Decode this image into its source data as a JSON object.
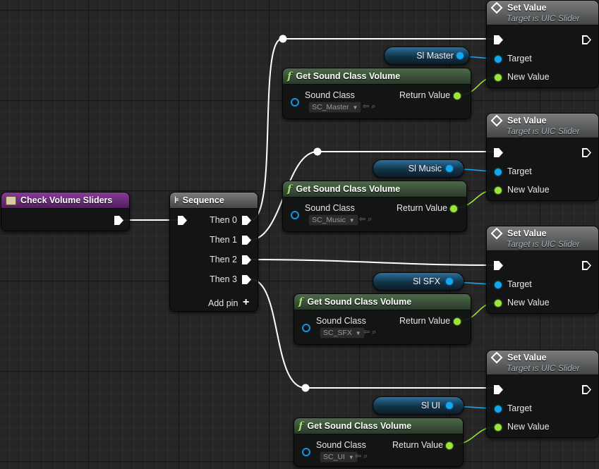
{
  "event_node": {
    "title": "Check Volume Sliders"
  },
  "sequence_node": {
    "title": "Sequence",
    "pins": [
      "Then 0",
      "Then 1",
      "Then 2",
      "Then 3"
    ],
    "add_pin": "Add pin"
  },
  "set_value_nodes": [
    {
      "title": "Set Value",
      "subtitle": "Target is UIC Slider",
      "target": "Target",
      "new_value": "New Value"
    },
    {
      "title": "Set Value",
      "subtitle": "Target is UIC Slider",
      "target": "Target",
      "new_value": "New Value"
    },
    {
      "title": "Set Value",
      "subtitle": "Target is UIC Slider",
      "target": "Target",
      "new_value": "New Value"
    },
    {
      "title": "Set Value",
      "subtitle": "Target is UIC Slider",
      "target": "Target",
      "new_value": "New Value"
    }
  ],
  "variable_nodes": [
    {
      "label": "Sl Master"
    },
    {
      "label": "Sl Music"
    },
    {
      "label": "Sl SFX"
    },
    {
      "label": "Sl UI"
    }
  ],
  "get_volume_nodes": [
    {
      "title": "Get Sound Class Volume",
      "input_label": "Sound Class",
      "output_label": "Return Value",
      "value": "SC_Master"
    },
    {
      "title": "Get Sound Class Volume",
      "input_label": "Sound Class",
      "output_label": "Return Value",
      "value": "SC_Music"
    },
    {
      "title": "Get Sound Class Volume",
      "input_label": "Sound Class",
      "output_label": "Return Value",
      "value": "SC_SFX"
    },
    {
      "title": "Get Sound Class Volume",
      "input_label": "Sound Class",
      "output_label": "Return Value",
      "value": "SC_UI"
    }
  ],
  "colors": {
    "exec_wire": "#ffffff",
    "object_pin": "#12a7f0",
    "float_pin": "#9be63a",
    "event_header": "#7a2f8a",
    "function_header": "#3f5a3d"
  },
  "icons": {
    "event": "event-icon",
    "sequence": "sequence-icon",
    "set_value": "diamond-icon",
    "function": "function-f-icon",
    "dropdown": "chevron-down-icon",
    "use_selected": "arrow-left-icon",
    "browse": "search-icon",
    "add": "plus-icon"
  }
}
